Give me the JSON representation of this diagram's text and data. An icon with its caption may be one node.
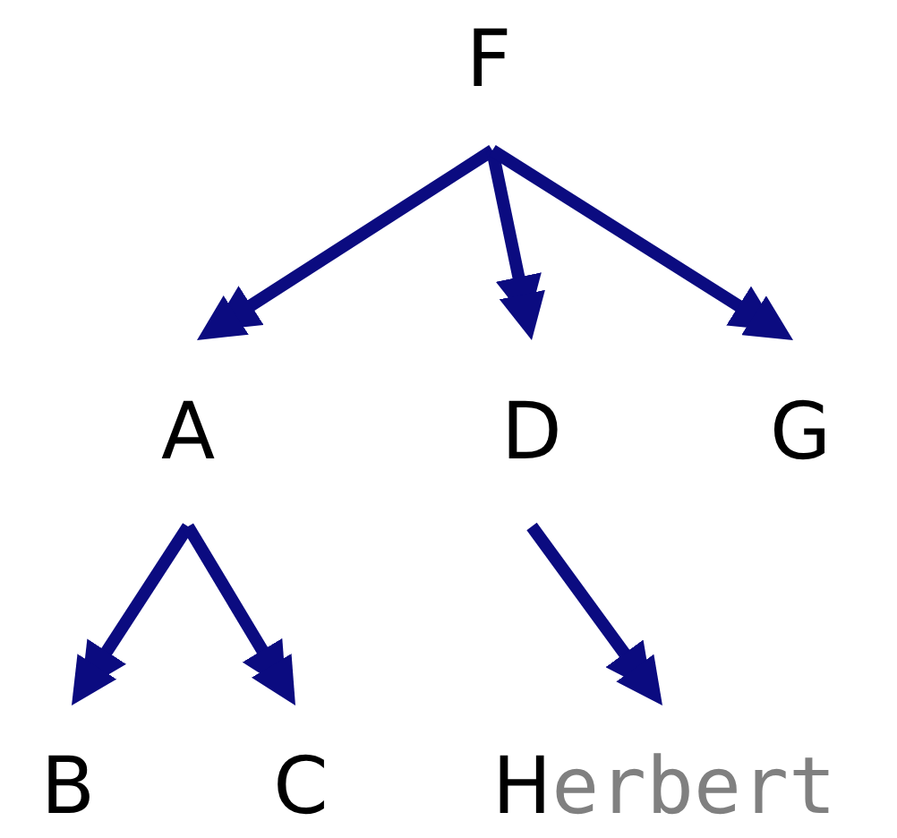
{
  "diagram": {
    "nodes": [
      {
        "text": [
          "F"
        ]
      },
      {
        "text": [
          "A"
        ]
      },
      {
        "text": [
          "D"
        ]
      },
      {
        "text": [
          "G"
        ]
      },
      {
        "text": [
          "B"
        ]
      },
      {
        "text": [
          "C"
        ]
      },
      {
        "text": [
          "H"
        ],
        "beside": [
          "erbert"
        ]
      }
    ],
    "edges": [
      {
        "from": 0,
        "to": 1,
        "arrow": "to"
      },
      {
        "from": 0,
        "to": 2,
        "arrow": "to"
      },
      {
        "from": 0,
        "to": 3,
        "arrow": "to"
      },
      {
        "from": 1,
        "to": 4,
        "arrow": "to"
      },
      {
        "from": 1,
        "to": 5,
        "arrow": "to"
      },
      {
        "from": 2,
        "to": 6,
        "arrow": "to"
      }
    ]
  }
}
